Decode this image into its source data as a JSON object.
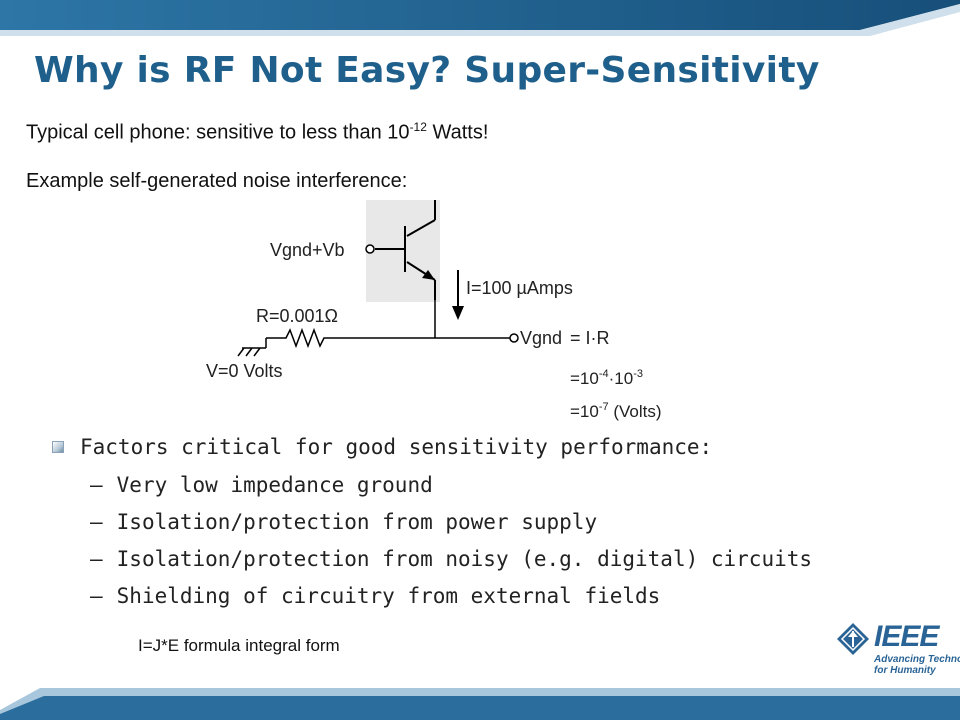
{
  "slide": {
    "title": "Why is RF Not Easy? Super-Sensitivity",
    "line1_text": "Typical cell phone: sensitive to less than 10",
    "line1_exp": "-12",
    "line1_suffix": " Watts!",
    "line2": "Example self-generated noise interference:"
  },
  "circuit": {
    "base_label": "Vgnd+Vb",
    "current_label": "I=100 µAmps",
    "resistor_label": "R=0.001Ω",
    "ground_label": "V=0 Volts",
    "node_label": "Vgnd",
    "eq1": "= I·R",
    "eq2_a": "=10",
    "eq2_exp1": "-4",
    "eq2_b": "·10",
    "eq2_exp2": "-3",
    "eq3_a": "=10",
    "eq3_exp": "-7",
    "eq3_b": " (Volts)"
  },
  "bullets": {
    "main": "Factors critical for good sensitivity performance:",
    "dash": "–",
    "sub": [
      "Very low impedance ground",
      "Isolation/protection from power supply",
      "Isolation/protection from noisy (e.g. digital) circuits",
      "Shielding of circuitry from external fields"
    ]
  },
  "formula_note": "I=J*E formula integral form",
  "logo": {
    "word": "IEEE",
    "tagline_1": "Advancing Technology",
    "tagline_2": "for Humanity"
  },
  "colors": {
    "title": "#1f5f8b",
    "bar_dark": "#1a5f8e",
    "bar_light": "#9fc0d8",
    "transistor_bg": "#e8e8e8"
  }
}
